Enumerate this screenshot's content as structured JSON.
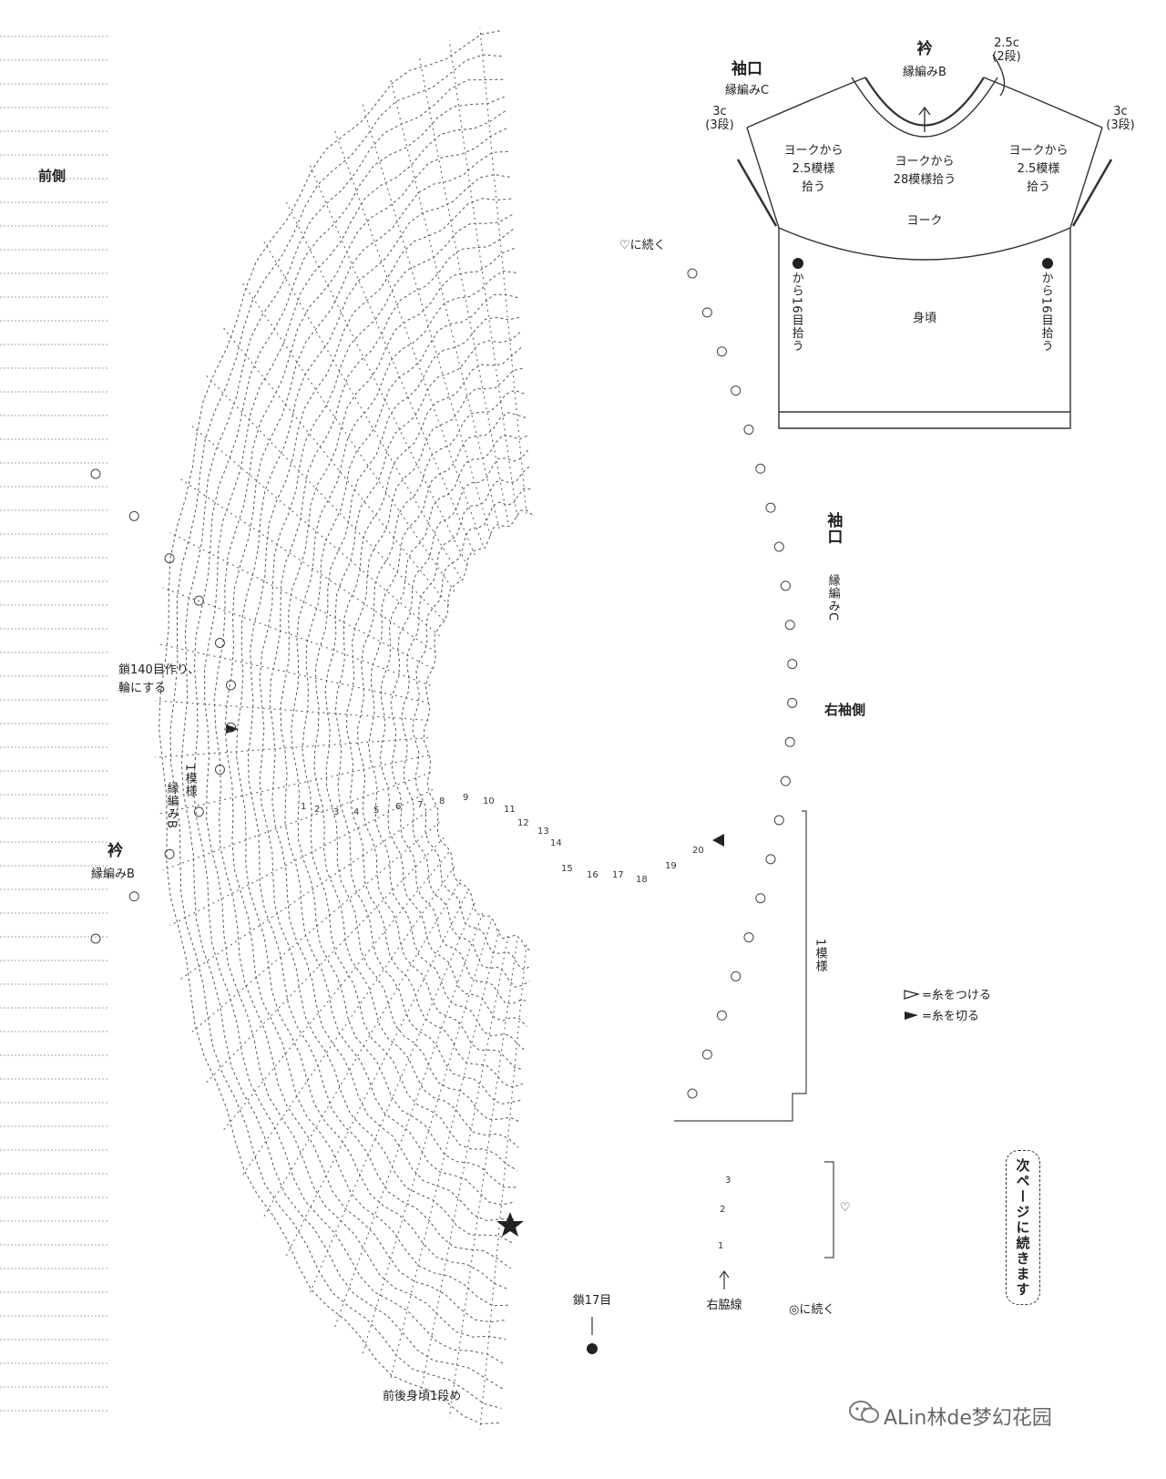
{
  "schematic": {
    "collar_title": "衿",
    "collar_method": "縁編みB",
    "collar_rows": "2.5c",
    "collar_rows_count": "(2段)",
    "cuff_title": "袖口",
    "cuff_method": "縁編みC",
    "cuff_rows": "3c",
    "cuff_rows_count": "(3段)",
    "right_cuff_rows": "3c",
    "right_cuff_rows_count": "(3段)",
    "yoke_left_pick": [
      "ヨークから",
      "2.5模様",
      "拾う"
    ],
    "yoke_center_pick": [
      "ヨークから",
      "28模様拾う"
    ],
    "yoke_right_pick": [
      "ヨークから",
      "2.5模様",
      "拾う"
    ],
    "yoke_label": "ヨーク",
    "body_label": "身頃",
    "side_pick_left": "から16目拾う",
    "side_pick_right": "から16目拾う"
  },
  "chart_labels": {
    "front_side": "前側",
    "cuff_title": "袖口",
    "cuff_method": "縁編みC",
    "right_sleeve_side": "右袖側",
    "continue_heart": "♡に続く",
    "chain_start_line1": "鎖140目作り、",
    "chain_start_line2": "輪にする",
    "one_pattern_edge_line1": "1模様",
    "one_pattern_edge_line2": "縁編みB",
    "collar_title": "衿",
    "collar_method": "縁編みB",
    "one_pattern": "1模様",
    "chain_17": "鎖17目",
    "right_side_seam": "右脇線",
    "continue_double_circle": "◎に続く",
    "front_back_body_row1": "前後身頃1段め",
    "heart_symbol": "♡"
  },
  "row_numbers": [
    "1",
    "2",
    "3",
    "4",
    "5",
    "6",
    "7",
    "8",
    "9",
    "10",
    "11",
    "12",
    "13",
    "14",
    "15",
    "16",
    "17",
    "18",
    "19",
    "20"
  ],
  "small_rows": [
    "1",
    "2",
    "3"
  ],
  "legend": {
    "attach_yarn": "=糸をつける",
    "cut_yarn": "=糸を切る"
  },
  "next_page_note": "次ページに続きます",
  "watermark": "ALin林de梦幻花园"
}
